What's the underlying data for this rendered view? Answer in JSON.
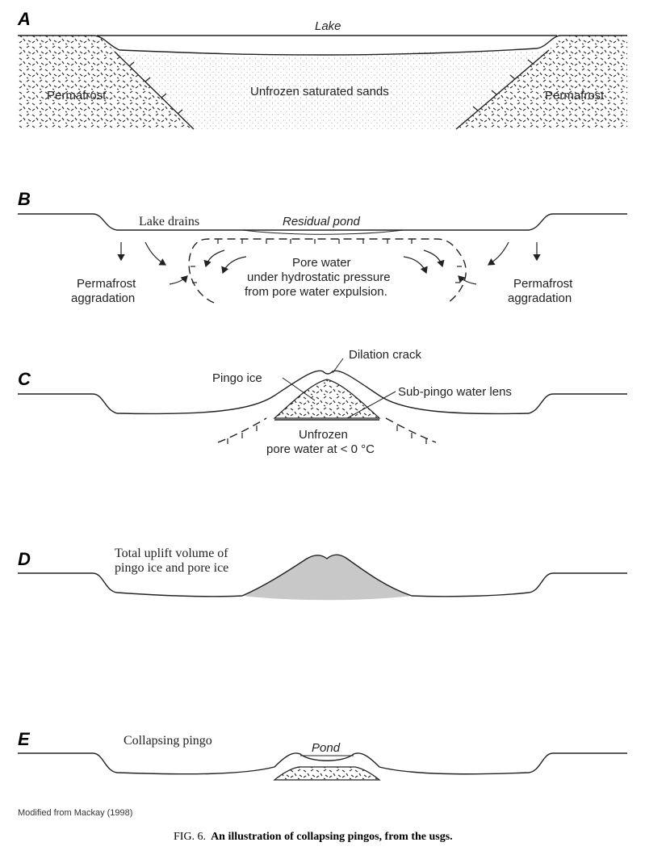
{
  "panels": {
    "a": {
      "letter": "A",
      "lake": "Lake",
      "permafrost_left": "Permafrost",
      "sands": "Unfrozen saturated sands",
      "permafrost_right": "Permafrost"
    },
    "b": {
      "letter": "B",
      "lake_drains": "Lake drains",
      "residual_pond": "Residual pond",
      "pore_water_1": "Pore water",
      "pore_water_2": "under hydrostatic pressure",
      "pore_water_3": "from pore water expulsion.",
      "permafrost_left_1": "Permafrost",
      "permafrost_left_2": "aggradation",
      "permafrost_right_1": "Permafrost",
      "permafrost_right_2": "aggradation"
    },
    "c": {
      "letter": "C",
      "dilation_crack": "Dilation crack",
      "pingo_ice": "Pingo ice",
      "water_lens": "Sub-pingo water lens",
      "unfrozen_1": "Unfrozen",
      "unfrozen_2": "pore water at < 0 °C"
    },
    "d": {
      "letter": "D",
      "uplift_1": "Total uplift volume of",
      "uplift_2": "pingo ice and pore ice"
    },
    "e": {
      "letter": "E",
      "collapsing": "Collapsing pingo",
      "pond": "Pond"
    }
  },
  "source_note": "Modified from Mackay (1998)",
  "caption": {
    "prefix": "FIG. 6.",
    "text": "An illustration of collapsing pingos, from the usgs."
  }
}
